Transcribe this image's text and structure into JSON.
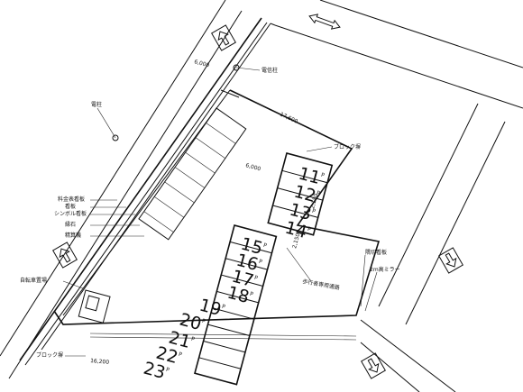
{
  "labels": {
    "utility_pole_1": "電柱",
    "utility_pole_2": "電信柱",
    "block_wall_1": "ブロック塀",
    "block_wall_2": "ブロック塀",
    "bike_parking": "自転車置場",
    "pole_sign": "料金表看板",
    "sign_board_1": "看板",
    "sign_board_2": "シンボル看板",
    "curbstone": "縁石",
    "meter_box": "精算機",
    "pedestrian_passage": "歩行者専用通路",
    "mirror": "隅切看板",
    "kaibou": "2m高ミラー"
  },
  "dimensions": {
    "top_road": "6,000",
    "top_width": "17,600",
    "middle": "6,000",
    "bottom": "16,200",
    "side_a": "2,150",
    "side_b": "2,150"
  },
  "slots": [
    "11",
    "12",
    "13",
    "14",
    "15",
    "16",
    "17",
    "18",
    "19",
    "20",
    "21",
    "22",
    "23"
  ],
  "slot_suffix": "P",
  "arrows": {
    "top_left": "up-arrow-icon",
    "left": "up-arrow-icon",
    "right": "down-arrow-icon",
    "bottom_right": "down-arrow-icon",
    "top_right": "double-arrow-icon"
  }
}
